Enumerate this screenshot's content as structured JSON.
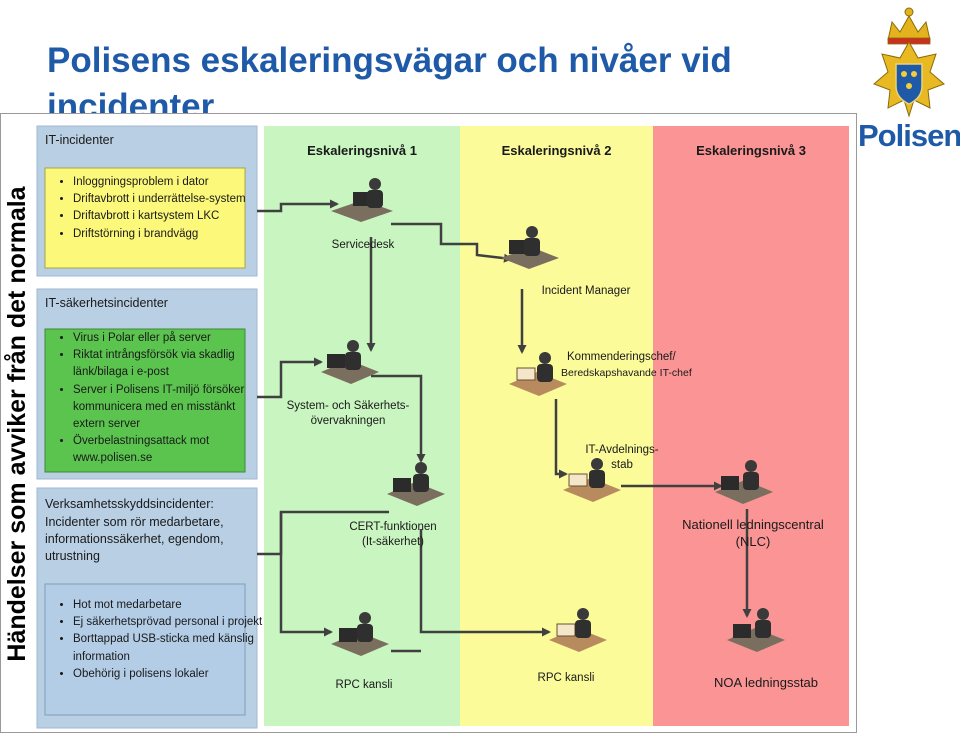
{
  "title": "Polisens eskaleringsvägar och nivåer vid incidenter",
  "logo": {
    "text": "Polisen"
  },
  "sidebar": {
    "vertical_label": "Händelser som avviker från det normala"
  },
  "levels": [
    {
      "label": "Eskaleringsnivå 1",
      "color": "#c8f5c0"
    },
    {
      "label": "Eskaleringsnivå 2",
      "color": "#fbfb9a"
    },
    {
      "label": "Eskaleringsnivå 3",
      "color": "#fb9595"
    }
  ],
  "panels": {
    "it": {
      "title": "IT-incidenter",
      "items": [
        "Inloggningsproblem i dator",
        "Driftavbrott i underrättelse-system",
        "Driftavbrott i kartsystem LKC",
        "Driftstörning i brandvägg"
      ]
    },
    "security": {
      "title": "IT-säkerhetsincidenter",
      "items": [
        "Virus i Polar eller på server",
        "Riktat intrångsförsök via skadlig länk/bilaga i e-post",
        "Server i Polisens IT-miljö försöker kommunicera med en misstänkt extern server",
        "Överbelastningsattack mot www.polisen.se"
      ]
    },
    "business": {
      "title": "Verksamhetsskyddsincidenter:",
      "description": "Incidenter som rör medarbetare, informationssäkerhet, egendom, utrustning",
      "items": [
        "Hot mot medarbetare",
        "Ej säkerhetsprövad personal i projekt",
        "Borttappad USB-sticka med känslig information",
        "Obehörig i polisens lokaler"
      ]
    }
  },
  "nodes": {
    "servicedesk": "Servicedesk",
    "incident_manager": "Incident Manager",
    "monitoring": "System- och Säkerhets-övervakningen",
    "kommendering_1": "Kommenderingschef/",
    "kommendering_2": "Beredskapshavande IT-chef",
    "it_avdelning": "IT-Avdelnings-stab",
    "cert": "CERT-funktionen (It-säkerhet)",
    "nlc": "Nationell ledningscentral (NLC)",
    "rpc_1": "RPC kansli",
    "rpc_2": "RPC kansli",
    "noa": "NOA ledningsstab"
  },
  "colors": {
    "title": "#1f5aa8",
    "panel_bg": "#b9cfe4",
    "it_box": "#fbf87a",
    "security_box": "#5ac44e",
    "business_box": "#b3cde6",
    "arrow": "#404040"
  }
}
